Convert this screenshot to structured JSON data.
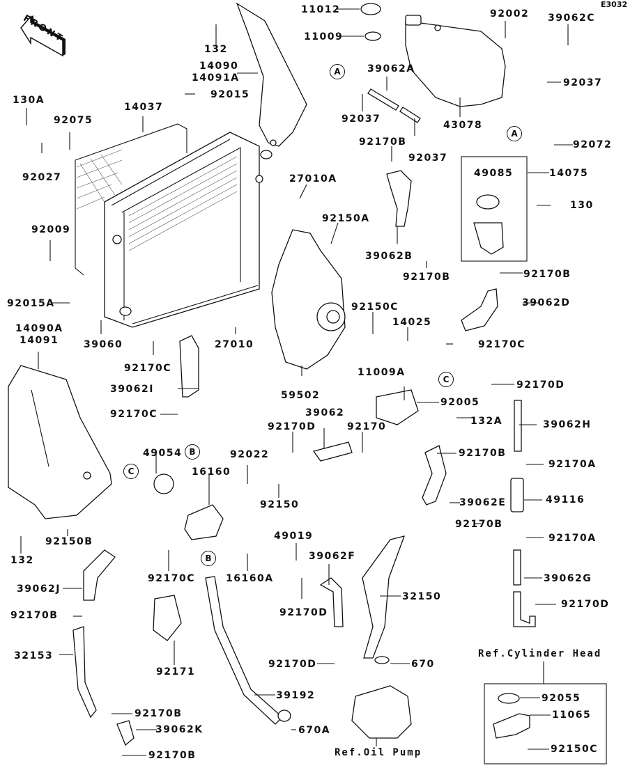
{
  "diagram": {
    "code": "E3032",
    "front_label": "FRONT",
    "references": {
      "cylinder_head": "Ref.Cylinder Head",
      "oil_pump": "Ref.Oil Pump"
    },
    "connectors": [
      "A",
      "A",
      "B",
      "B",
      "C",
      "C"
    ],
    "parts": {
      "p11012": "11012",
      "p11009": "11009",
      "p92002": "92002",
      "p39062C": "39062C",
      "p132_top": "132",
      "p14090": "14090",
      "p14091A": "14091A",
      "p92015": "92015",
      "p39062A": "39062A",
      "p92037_a": "92037",
      "p92037_b": "92037",
      "p92037_c": "92037",
      "p43078": "43078",
      "p130A": "130A",
      "p14037": "14037",
      "p92075": "92075",
      "p92027": "92027",
      "p92170B_1": "92170B",
      "p92072": "92072",
      "p27010A": "27010A",
      "p49085": "49085",
      "p14075": "14075",
      "p130": "130",
      "p92150A": "92150A",
      "p39062B": "39062B",
      "p92009": "92009",
      "p92170B_2": "92170B",
      "p92170B_3": "92170B",
      "p92015A": "92015A",
      "p27010": "27010",
      "p39062D": "39062D",
      "p92150C_1": "92150C",
      "p14025": "14025",
      "p14090A": "14090A",
      "p14091": "14091",
      "p39060": "39060",
      "p92170C_1": "92170C",
      "p92170C_2": "92170C",
      "p59502": "59502",
      "p11009A": "11009A",
      "p39062I": "39062I",
      "p92170D_1": "92170D",
      "p92005": "92005",
      "p92170C_3": "92170C",
      "p39062": "39062",
      "p132A": "132A",
      "p92170D_2": "92170D",
      "p92170": "92170",
      "p39062H": "39062H",
      "p49054": "49054",
      "p92022": "92022",
      "p92170B_4": "92170B",
      "p16160": "16160",
      "p92170A_1": "92170A",
      "p92150": "92150",
      "p39062E": "39062E",
      "p49116": "49116",
      "p132_bottom": "132",
      "p92150B": "92150B",
      "p92170B_5": "92170B",
      "p92170A_2": "92170A",
      "p49019": "49019",
      "p39062F": "39062F",
      "p92170C_4": "92170C",
      "p16160A": "16160A",
      "p39062G": "39062G",
      "p39062J": "39062J",
      "p92170D_3": "92170D",
      "p32150": "32150",
      "p92170D_4": "92170D",
      "p92170B_6": "92170B",
      "p32153": "32153",
      "p92171": "92171",
      "p92170D_5": "92170D",
      "p670": "670",
      "p92055": "92055",
      "p39192": "39192",
      "p11065": "11065",
      "p92170B_7": "92170B",
      "p39062K": "39062K",
      "p670A": "670A",
      "p92150C_2": "92150C",
      "p92170B_8": "92170B"
    }
  }
}
